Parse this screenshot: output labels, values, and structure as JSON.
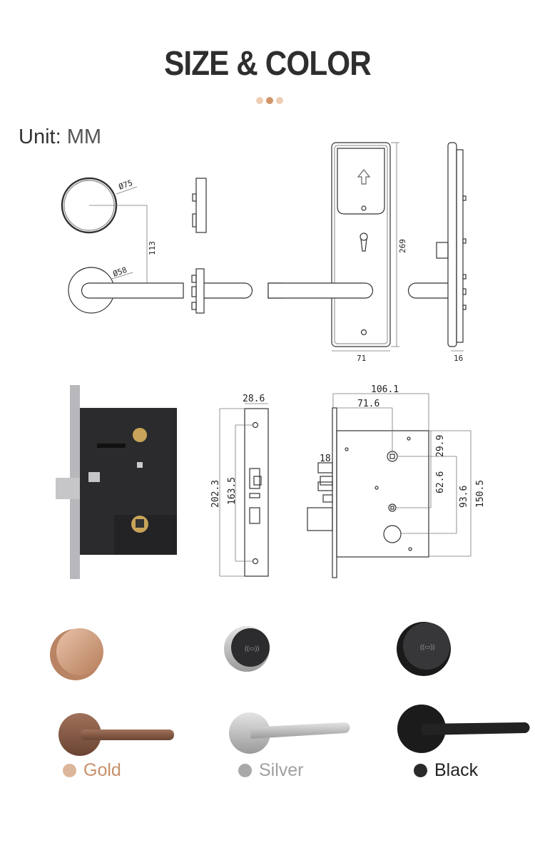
{
  "header": {
    "title": "SIZE & COLOR",
    "dot_colors": [
      "#edcdb4",
      "#d3956a",
      "#edcdb4"
    ]
  },
  "unit": {
    "label": "Unit:",
    "value": "MM"
  },
  "handle_drawing": {
    "dims": {
      "outer_diameter": "Ø75",
      "rose_diameter": "Ø58",
      "height": "113",
      "plate_height": "269",
      "plate_width": "71",
      "depth": "16"
    }
  },
  "mortise_drawing": {
    "dims": {
      "faceplate_width": "28.6",
      "faceplate_length": "202.3",
      "screw_spacing": "163.5",
      "body_width": "106.1",
      "backset": "71.6",
      "latch": "18",
      "d1": "29.9",
      "d2": "62.6",
      "d3": "93.6",
      "body_height": "150.5"
    }
  },
  "colors": [
    {
      "name": "Gold",
      "hex": "#dcb69a",
      "text_color": "#c98f6a"
    },
    {
      "name": "Silver",
      "hex": "#a8a8a8",
      "text_color": "#a0a0a0"
    },
    {
      "name": "Black",
      "hex": "#2a2a2a",
      "text_color": "#222222"
    }
  ]
}
